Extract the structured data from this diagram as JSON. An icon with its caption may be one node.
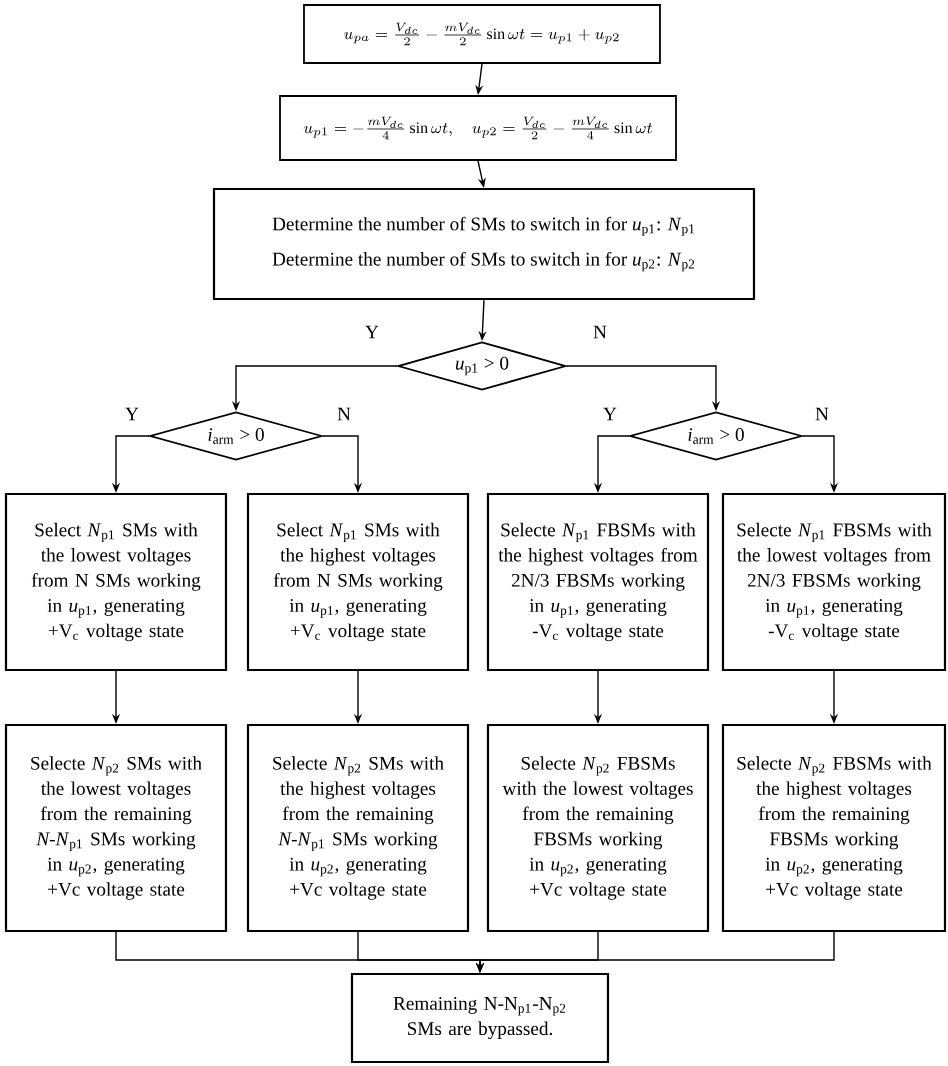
{
  "diagram": {
    "nodes": [
      {
        "text": [
          "u_{pa}=\\frac{V_{dc}}{2}-\\frac{mV_{dc}}{2}\\sin\\omega t=u_{p1}+u_{p2}"
        ]
      },
      {
        "text": [
          "u_{p1}=-\\frac{mV_{dc}}{4}\\sin\\omega t,\\quad u_{p2}=\\frac{V_{dc}}{2}-\\frac{mV_{dc}}{4}\\sin\\omega t"
        ]
      },
      {
        "text": [
          "Determine the number of SMs to switch in for *u*$_{p1}$: *N*$_{p1}$",
          "Determine the number of SMs to switch in for *u*$_{p2}$: *N*$_{p2}$"
        ]
      },
      {
        "text": [
          "*u*$_{p1}$ > 0"
        ]
      },
      {
        "text": [
          "*i*$_{arm}$ > 0"
        ]
      },
      {
        "text": [
          "*i*$_{arm}$ > 0"
        ]
      },
      {
        "text": [
          "Select *N*$_{p1}$ SMs with the lowest voltages from N SMs working in *u*$_{p1}$, generating +V$_{c}$ voltage state"
        ]
      },
      {
        "text": [
          "Select *N*$_{p1}$ SMs with the highest voltages from N SMs working in *u*$_{p1}$, generating +V$_{c}$ voltage state"
        ]
      },
      {
        "text": [
          "Selecte *N*$_{p1}$ FBSMs with the highest voltages from 2N/3 FBSMs working in *u*$_{p1}$, generating -V$_{c}$ voltage state"
        ]
      },
      {
        "text": [
          "Selecte *N*$_{p1}$ FBSMs with the lowest voltages from 2N/3 FBSMs working in *u*$_{p1}$, generating -V$_{c}$ voltage state"
        ]
      },
      {
        "text": [
          "Selecte *N*$_{p2}$ SMs with the lowest voltages from the remaining *N-N*$_{p1}$ SMs working in *u*$_{p2}$, generating +Vc voltage state"
        ]
      },
      {
        "text": [
          "Selecte *N*$_{p2}$ SMs with the highest voltages from the remaining *N-N*$_{p1}$ SMs working in *u*$_{p2}$, generating +Vc voltage state"
        ]
      },
      {
        "text": [
          "Selecte *N*$_{p2}$ FBSMs with the lowest voltages from the remaining FBSMs working in *u*$_{p2}$, generating +Vc voltage state"
        ]
      },
      {
        "text": [
          "Selecte *N*$_{p2}$ FBSMs with the highest voltages from the remaining FBSMs working in *u*$_{p2}$, generating +Vc voltage state"
        ]
      },
      {
        "text": [
          "Remaining N-N$_{p1}$-N$_{p2}$ SMs are bypassed."
        ]
      }
    ],
    "edges": [
      {
        "from": 0,
        "to": 1,
        "arrow": "to"
      },
      {
        "from": 1,
        "to": 2,
        "arrow": "to"
      },
      {
        "from": 2,
        "to": 3,
        "arrow": "to"
      },
      {
        "from": 3,
        "to": 4,
        "arrow": "to",
        "label": "Y"
      },
      {
        "from": 3,
        "to": 5,
        "arrow": "to",
        "label": "N"
      },
      {
        "from": 4,
        "to": 6,
        "arrow": "to",
        "label": "Y"
      },
      {
        "from": 4,
        "to": 7,
        "arrow": "to",
        "label": "N"
      },
      {
        "from": 5,
        "to": 8,
        "arrow": "to",
        "label": "Y"
      },
      {
        "from": 5,
        "to": 9,
        "arrow": "to",
        "label": "N"
      },
      {
        "from": 6,
        "to": 10,
        "arrow": "to"
      },
      {
        "from": 7,
        "to": 11,
        "arrow": "to"
      },
      {
        "from": 8,
        "to": 12,
        "arrow": "to"
      },
      {
        "from": 9,
        "to": 13,
        "arrow": "to"
      },
      {
        "from": 10,
        "to": 14,
        "arrow": "to"
      },
      {
        "from": 11,
        "to": 14,
        "arrow": "to"
      },
      {
        "from": 12,
        "to": 14,
        "arrow": "to"
      },
      {
        "from": 13,
        "to": 14,
        "arrow": "to"
      }
    ]
  }
}
